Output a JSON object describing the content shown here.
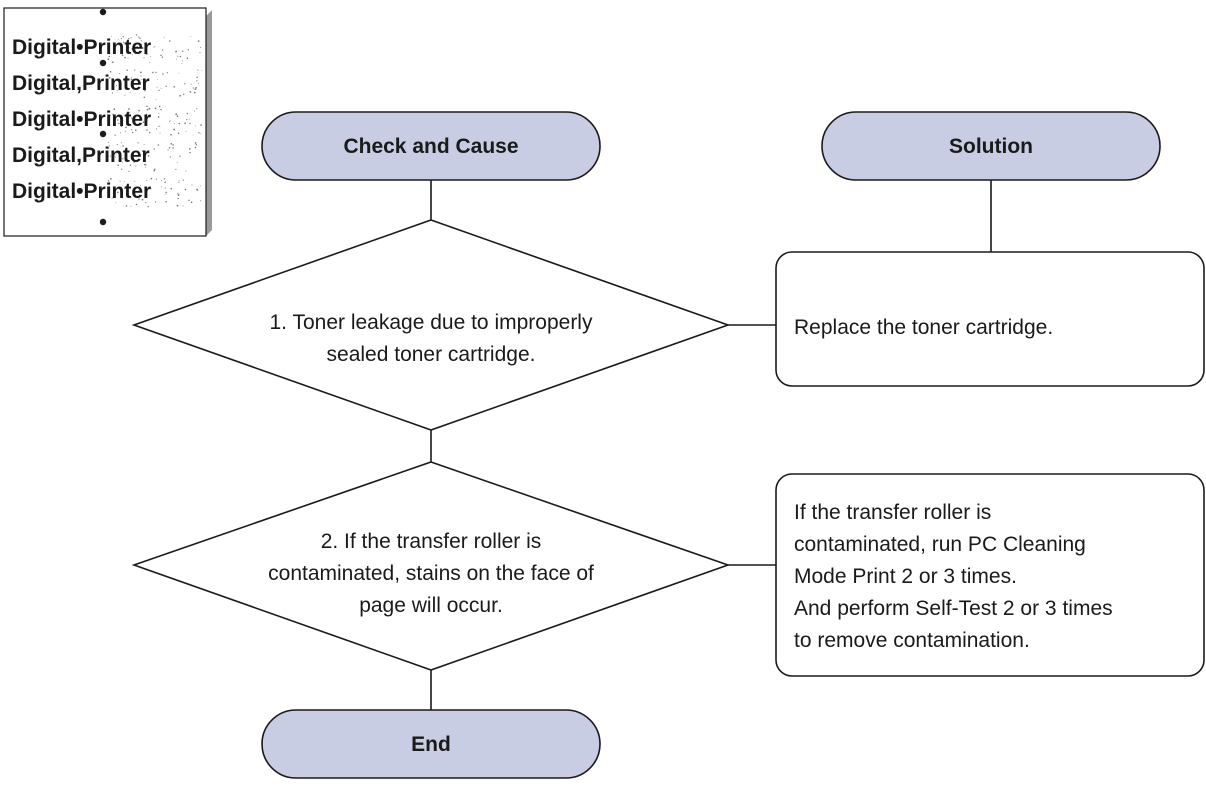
{
  "sample_print": {
    "lines": [
      "Digital•Printer",
      "Digital,Printer",
      "Digital•Printer",
      "Digital,Printer",
      "Digital•Printer"
    ]
  },
  "flowchart": {
    "header_check": "Check and Cause",
    "header_solution": "Solution",
    "step1": {
      "check_lines": [
        "1. Toner leakage due to improperly",
        "sealed toner cartridge."
      ],
      "solution_lines": [
        "Replace the toner cartridge."
      ]
    },
    "step2": {
      "check_lines": [
        "2. If the transfer roller is",
        "contaminated, stains on the face of",
        "page will occur."
      ],
      "solution_lines": [
        "If the transfer roller is",
        "contaminated, run PC Cleaning",
        "Mode Print 2 or 3 times.",
        "And perform Self-Test 2 or 3 times",
        "to remove contamination."
      ]
    },
    "end_label": "End"
  },
  "colors": {
    "terminal_fill": "#c8cde4",
    "line": "#1a1a1a",
    "card_shadow": "#9a9a9a",
    "speckle": "#7a7a7a"
  }
}
